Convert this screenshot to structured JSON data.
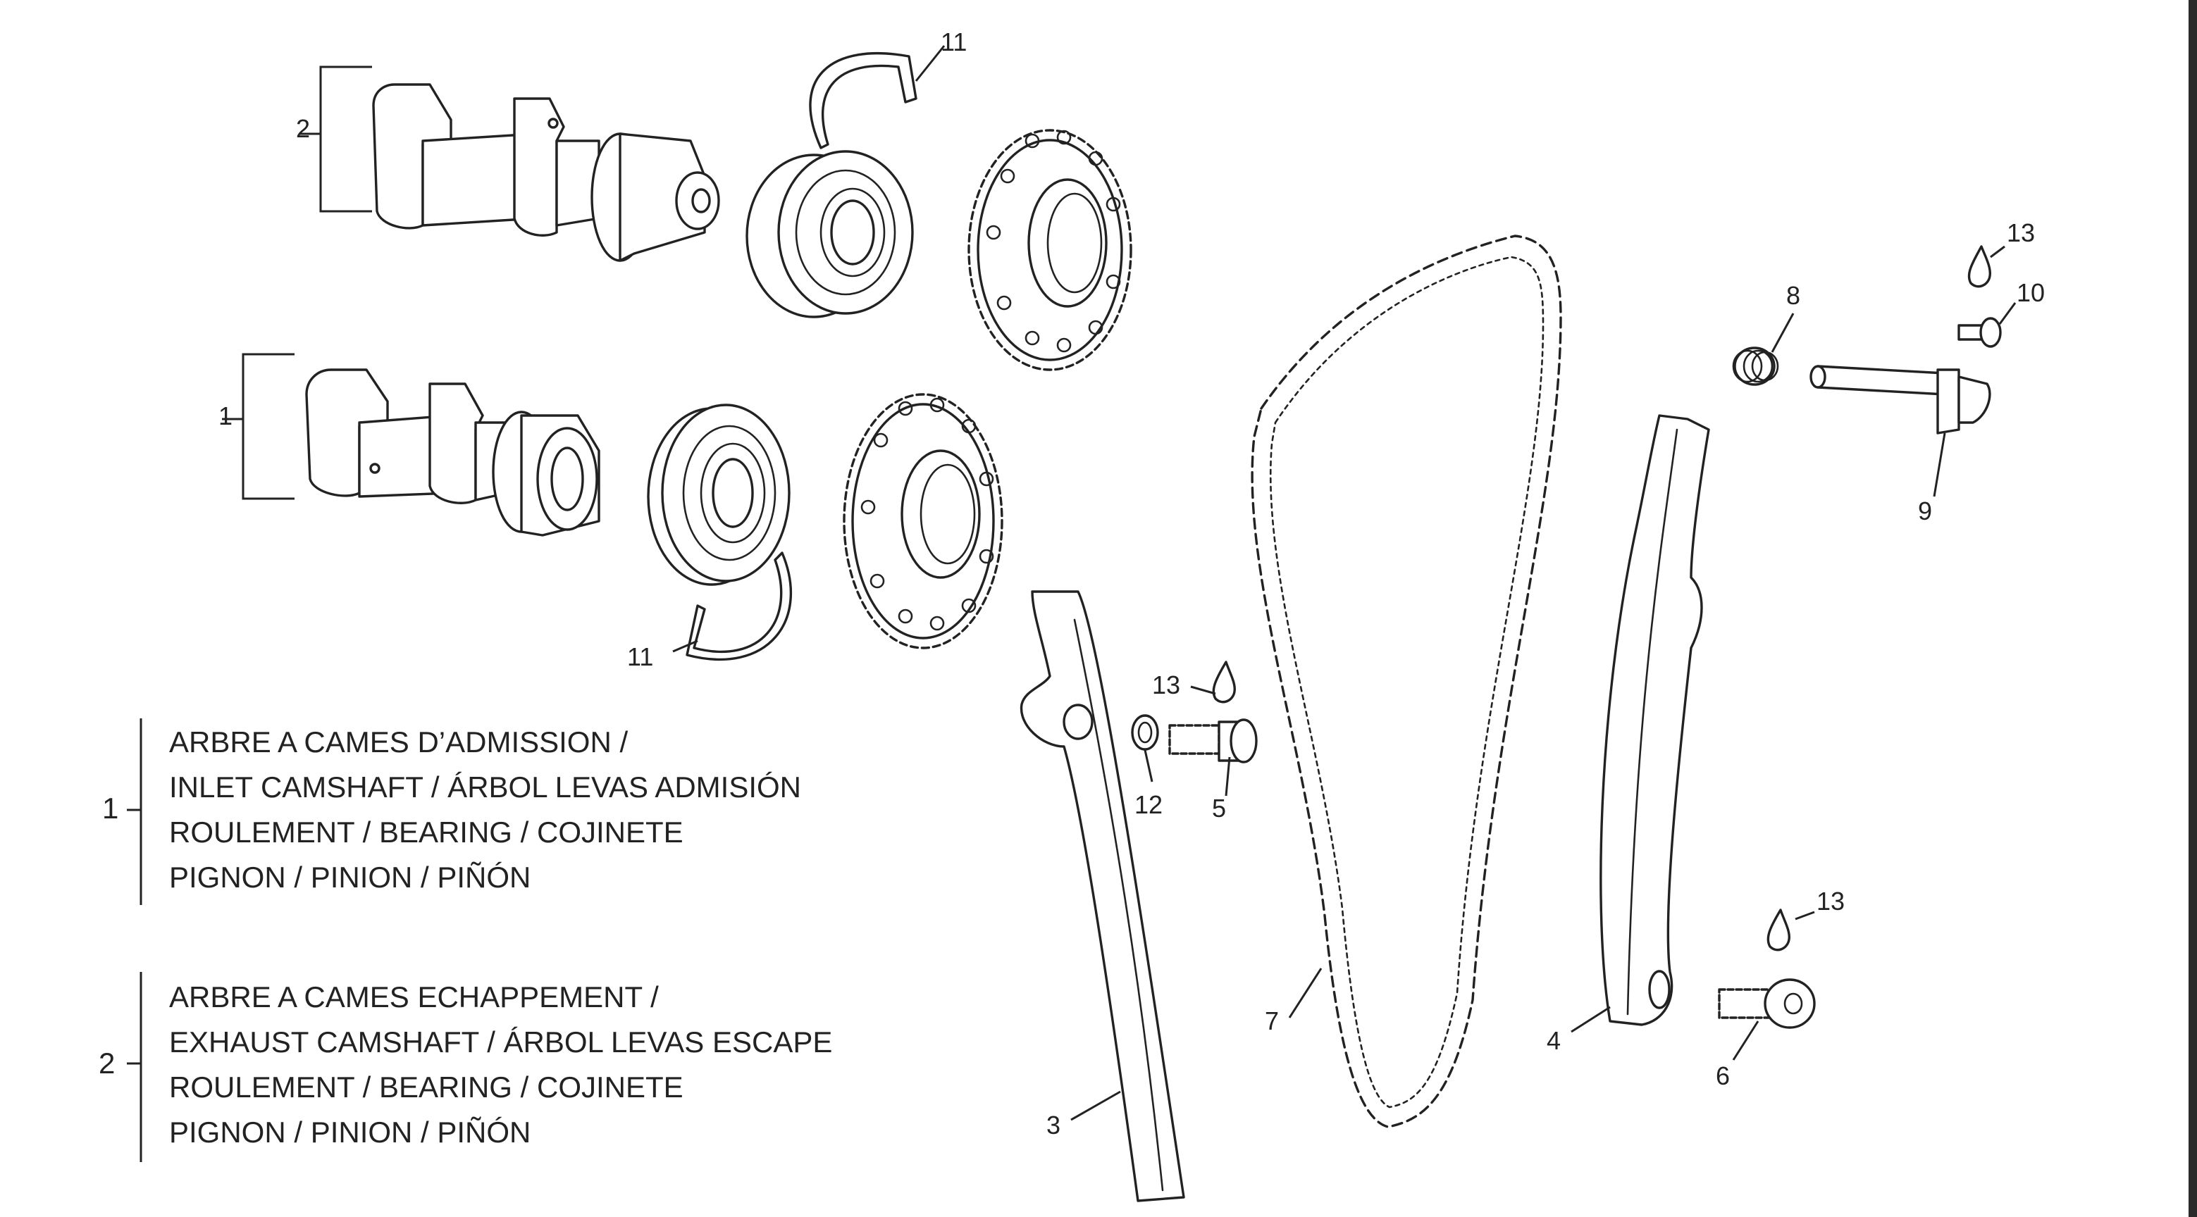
{
  "callouts": {
    "c1": "1",
    "c2": "2",
    "c3": "3",
    "c4": "4",
    "c5": "5",
    "c6": "6",
    "c7": "7",
    "c8": "8",
    "c9": "9",
    "c10": "10",
    "c11_top": "11",
    "c11_bottom": "11",
    "c12": "12",
    "c13_mid": "13",
    "c13_top": "13",
    "c13_bottom": "13"
  },
  "legend": [
    {
      "number": "1",
      "lines": [
        "ARBRE A CAMES D’ADMISSION /",
        "INLET CAMSHAFT / ÁRBOL LEVAS ADMISIÓN",
        "ROULEMENT / BEARING / COJINETE",
        "PIGNON / PINION / PIÑÓN"
      ]
    },
    {
      "number": "2",
      "lines": [
        "ARBRE A CAMES ECHAPPEMENT /",
        "EXHAUST CAMSHAFT / ÁRBOL LEVAS ESCAPE",
        "ROULEMENT / BEARING / COJINETE",
        "PIGNON / PINION / PIÑÓN"
      ]
    }
  ]
}
